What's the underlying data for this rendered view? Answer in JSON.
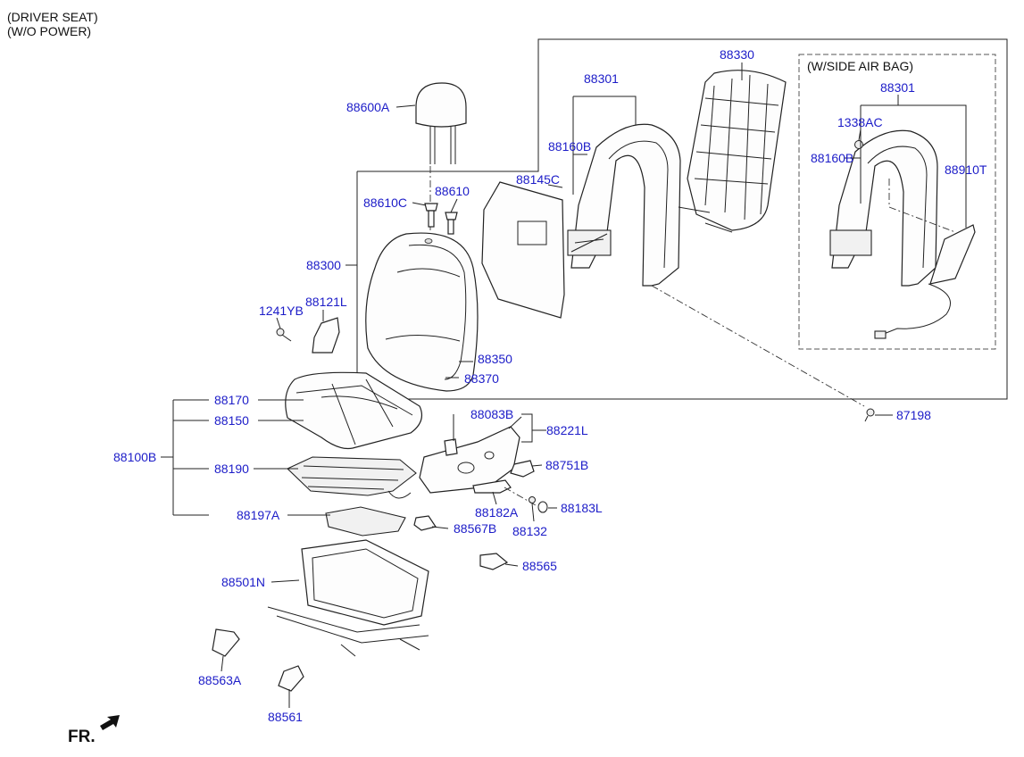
{
  "header": {
    "line1": "(DRIVER SEAT)",
    "line2": "(W/O POWER)"
  },
  "inset_title": "(W/SIDE AIR BAG)",
  "direction_label": "FR.",
  "colors": {
    "label": "#1c1cc8",
    "line": "#222222",
    "background": "#ffffff"
  },
  "labels": {
    "p88600A": "88600A",
    "p88610C": "88610C",
    "p88610": "88610",
    "p88300": "88300",
    "p88145C": "88145C",
    "p88301": "88301",
    "p88330": "88330",
    "p88160B": "88160B",
    "p1241YB": "1241YB",
    "p88121L": "88121L",
    "p88350": "88350",
    "p88370": "88370",
    "p88170": "88170",
    "p88150": "88150",
    "p88100B": "88100B",
    "p88190": "88190",
    "p88197A": "88197A",
    "p88567B": "88567B",
    "p88083B": "88083B",
    "p88221L": "88221L",
    "p88751B": "88751B",
    "p88182A": "88182A",
    "p88183L": "88183L",
    "p88132": "88132",
    "p88565": "88565",
    "p88501N": "88501N",
    "p88563A": "88563A",
    "p88561": "88561",
    "p87198": "87198",
    "p88301b": "88301",
    "p1338AC": "1338AC",
    "p88160Bb": "88160B",
    "p88910T": "88910T"
  }
}
